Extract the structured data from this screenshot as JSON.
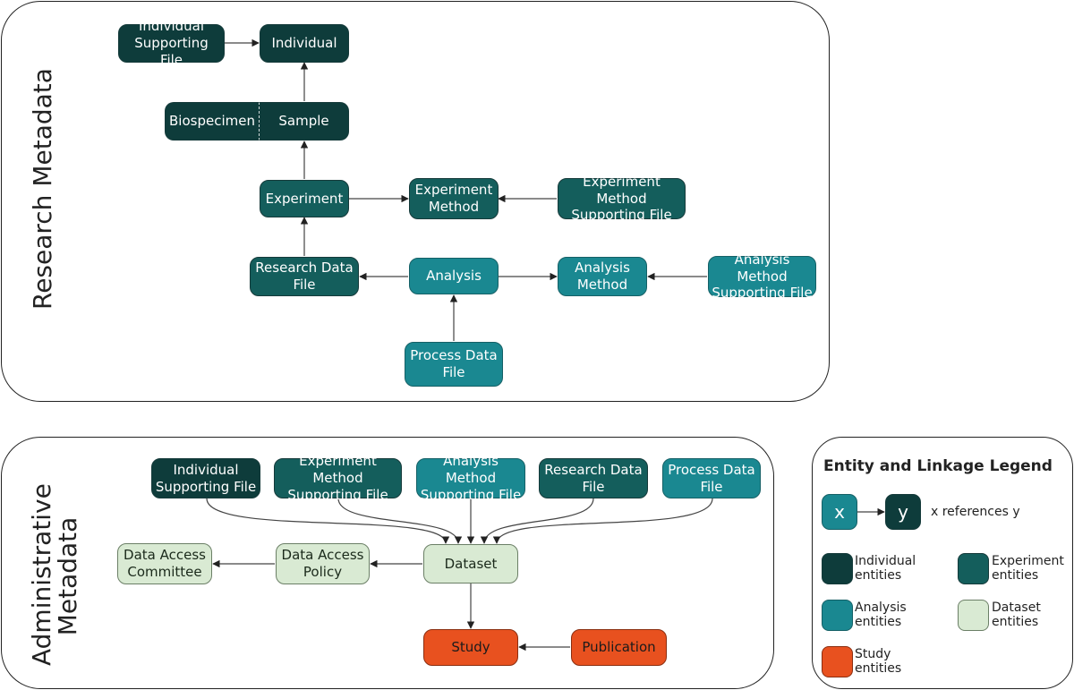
{
  "panels": {
    "research": {
      "title": "Research Metadata"
    },
    "administrative": {
      "title_line1": "Administrative",
      "title_line2": "Metadata"
    }
  },
  "research_nodes": {
    "individual_supporting_file": {
      "line1": "Individual",
      "line2": "Supporting File"
    },
    "individual": {
      "label": "Individual"
    },
    "biospecimen": {
      "label": "Biospecimen"
    },
    "sample": {
      "label": "Sample"
    },
    "experiment": {
      "label": "Experiment"
    },
    "experiment_method": {
      "line1": "Experiment",
      "line2": "Method"
    },
    "experiment_method_supporting_file": {
      "line1": "Experiment Method",
      "line2": "Supporting File"
    },
    "research_data_file": {
      "line1": "Research Data",
      "line2": "File"
    },
    "analysis": {
      "label": "Analysis"
    },
    "analysis_method": {
      "line1": "Analysis",
      "line2": "Method"
    },
    "analysis_method_supporting_file": {
      "line1": "Analysis Method",
      "line2": "Supporting File"
    },
    "process_data_file": {
      "line1": "Process Data",
      "line2": "File"
    }
  },
  "admin_nodes": {
    "individual_supporting_file": {
      "line1": "Individual",
      "line2": "Supporting File"
    },
    "experiment_method_supporting_file": {
      "line1": "Experiment Method",
      "line2": "Supporting File"
    },
    "analysis_method_supporting_file": {
      "line1": "Analysis Method",
      "line2": "Supporting File"
    },
    "research_data_file": {
      "line1": "Research Data",
      "line2": "File"
    },
    "process_data_file": {
      "line1": "Process Data",
      "line2": "File"
    },
    "data_access_committee": {
      "line1": "Data Access",
      "line2": "Committee"
    },
    "data_access_policy": {
      "line1": "Data Access",
      "line2": "Policy"
    },
    "dataset": {
      "label": "Dataset"
    },
    "study": {
      "label": "Study"
    },
    "publication": {
      "label": "Publication"
    }
  },
  "legend": {
    "title": "Entity and Linkage Legend",
    "x": "x",
    "y": "y",
    "reference_text": "x references y",
    "items": [
      {
        "line1": "Individual",
        "line2": "entities",
        "color": "#0e3c3b"
      },
      {
        "line1": "Experiment",
        "line2": "entities",
        "color": "#145e5c"
      },
      {
        "line1": "Analysis",
        "line2": "entities",
        "color": "#1a8891"
      },
      {
        "line1": "Dataset",
        "line2": "entities",
        "color": "#d9ead3"
      },
      {
        "line1": "Study",
        "line2": "entities",
        "color": "#e8511f"
      }
    ]
  },
  "colors": {
    "individual": "#0e3c3b",
    "experiment": "#145e5c",
    "analysis": "#1a8891",
    "dataset": "#d9ead3",
    "study": "#e8511f"
  }
}
